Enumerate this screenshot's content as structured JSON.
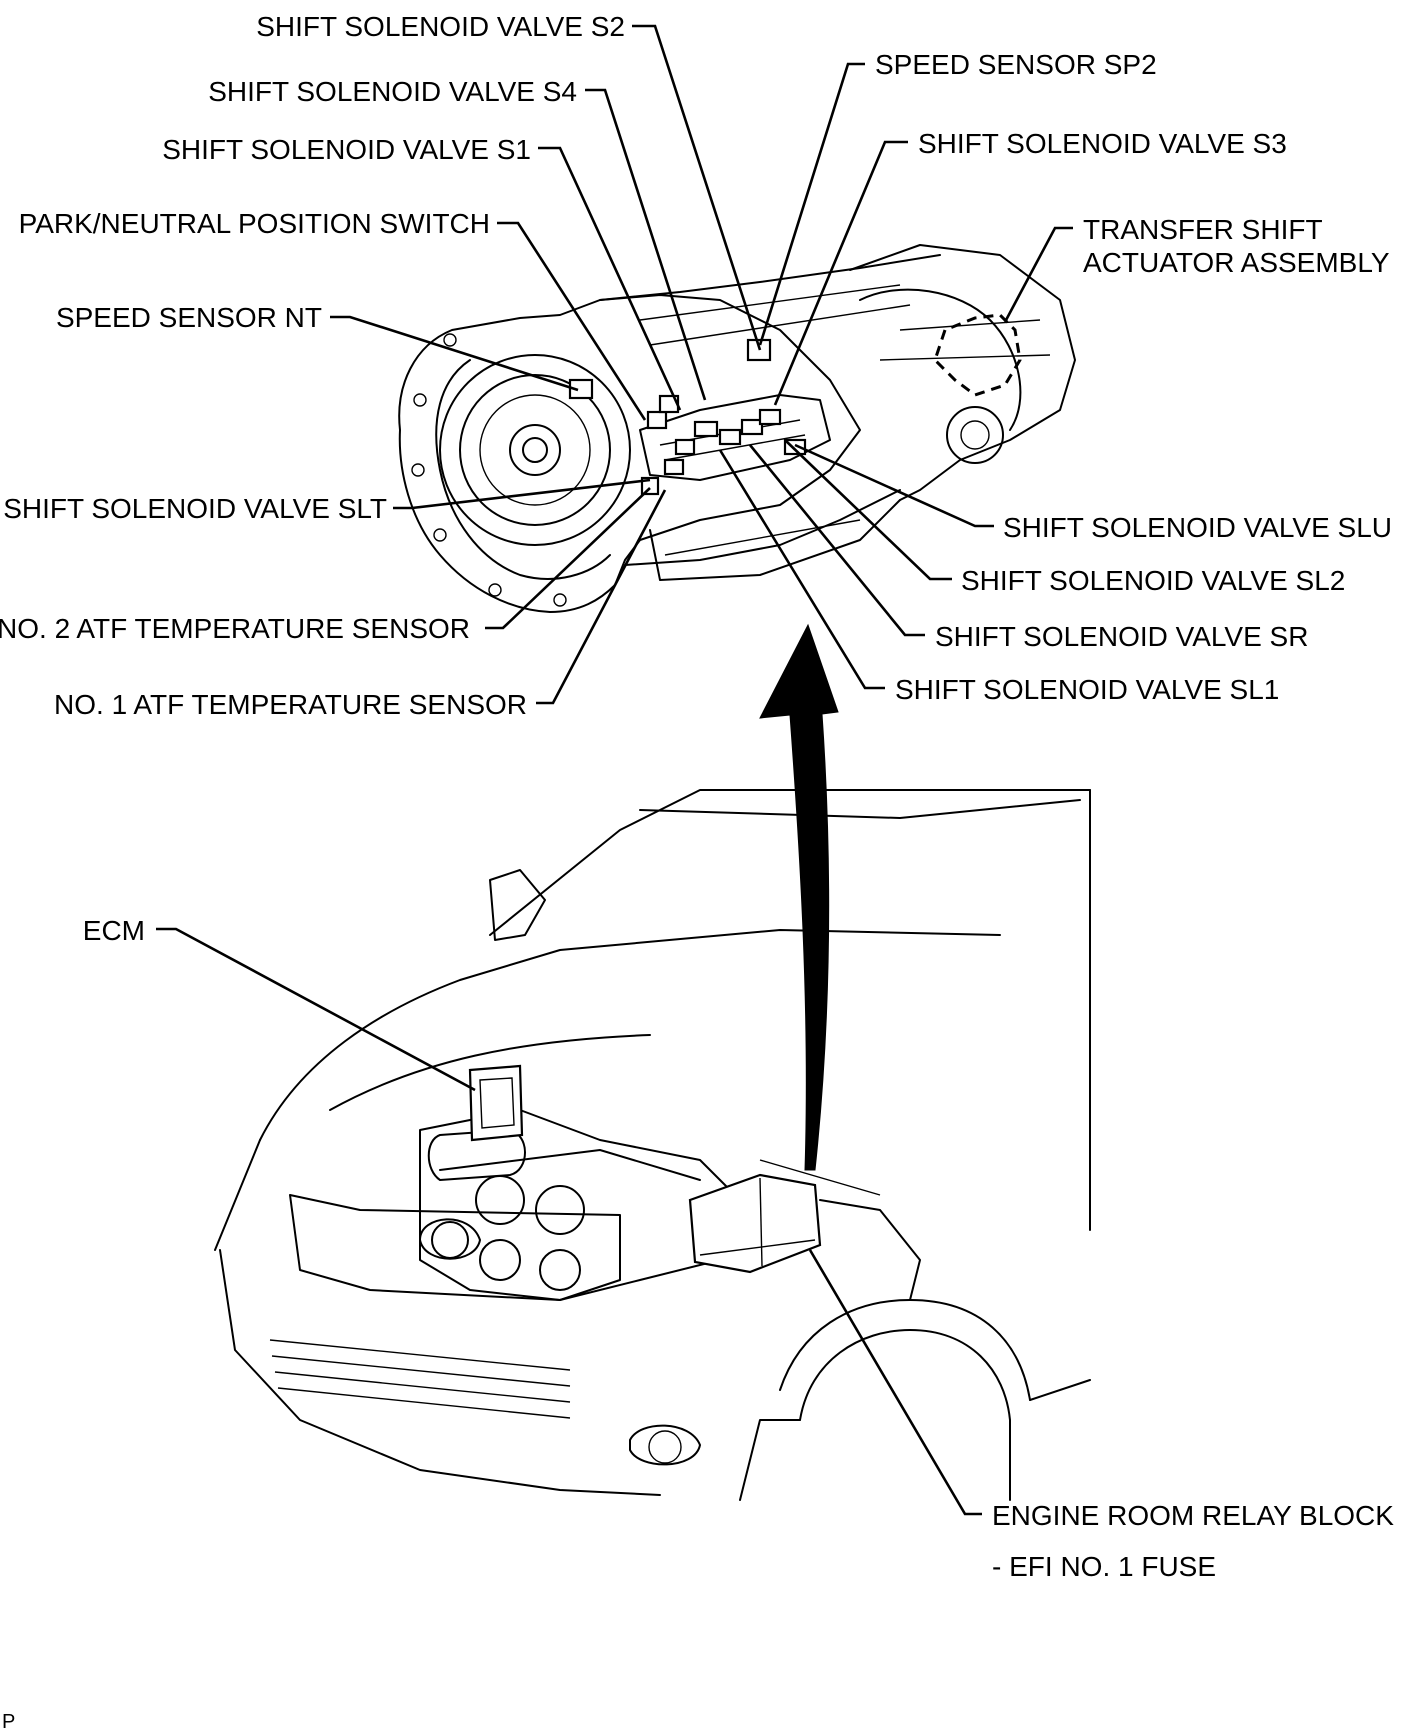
{
  "labels": {
    "shift_solenoid_s2": "SHIFT SOLENOID VALVE S2",
    "speed_sensor_sp2": "SPEED SENSOR SP2",
    "shift_solenoid_s4": "SHIFT SOLENOID VALVE S4",
    "shift_solenoid_s1": "SHIFT SOLENOID VALVE S1",
    "shift_solenoid_s3": "SHIFT SOLENOID VALVE S3",
    "park_neutral_switch": "PARK/NEUTRAL POSITION SWITCH",
    "transfer_shift_line1": "TRANSFER SHIFT",
    "transfer_shift_line2": "ACTUATOR ASSEMBLY",
    "speed_sensor_nt": "SPEED SENSOR NT",
    "shift_solenoid_slt": "SHIFT SOLENOID VALVE SLT",
    "shift_solenoid_slu": "SHIFT SOLENOID VALVE SLU",
    "shift_solenoid_sl2": "SHIFT SOLENOID VALVE SL2",
    "no2_atf_sensor": "NO. 2 ATF TEMPERATURE SENSOR",
    "shift_solenoid_sr": "SHIFT SOLENOID VALVE SR",
    "shift_solenoid_sl1": "SHIFT SOLENOID VALVE SL1",
    "no1_atf_sensor": "NO. 1 ATF TEMPERATURE SENSOR",
    "ecm": "ECM",
    "relay_block": "ENGINE ROOM RELAY BLOCK",
    "efi_fuse": "- EFI NO. 1 FUSE",
    "corner_mark": "P"
  }
}
